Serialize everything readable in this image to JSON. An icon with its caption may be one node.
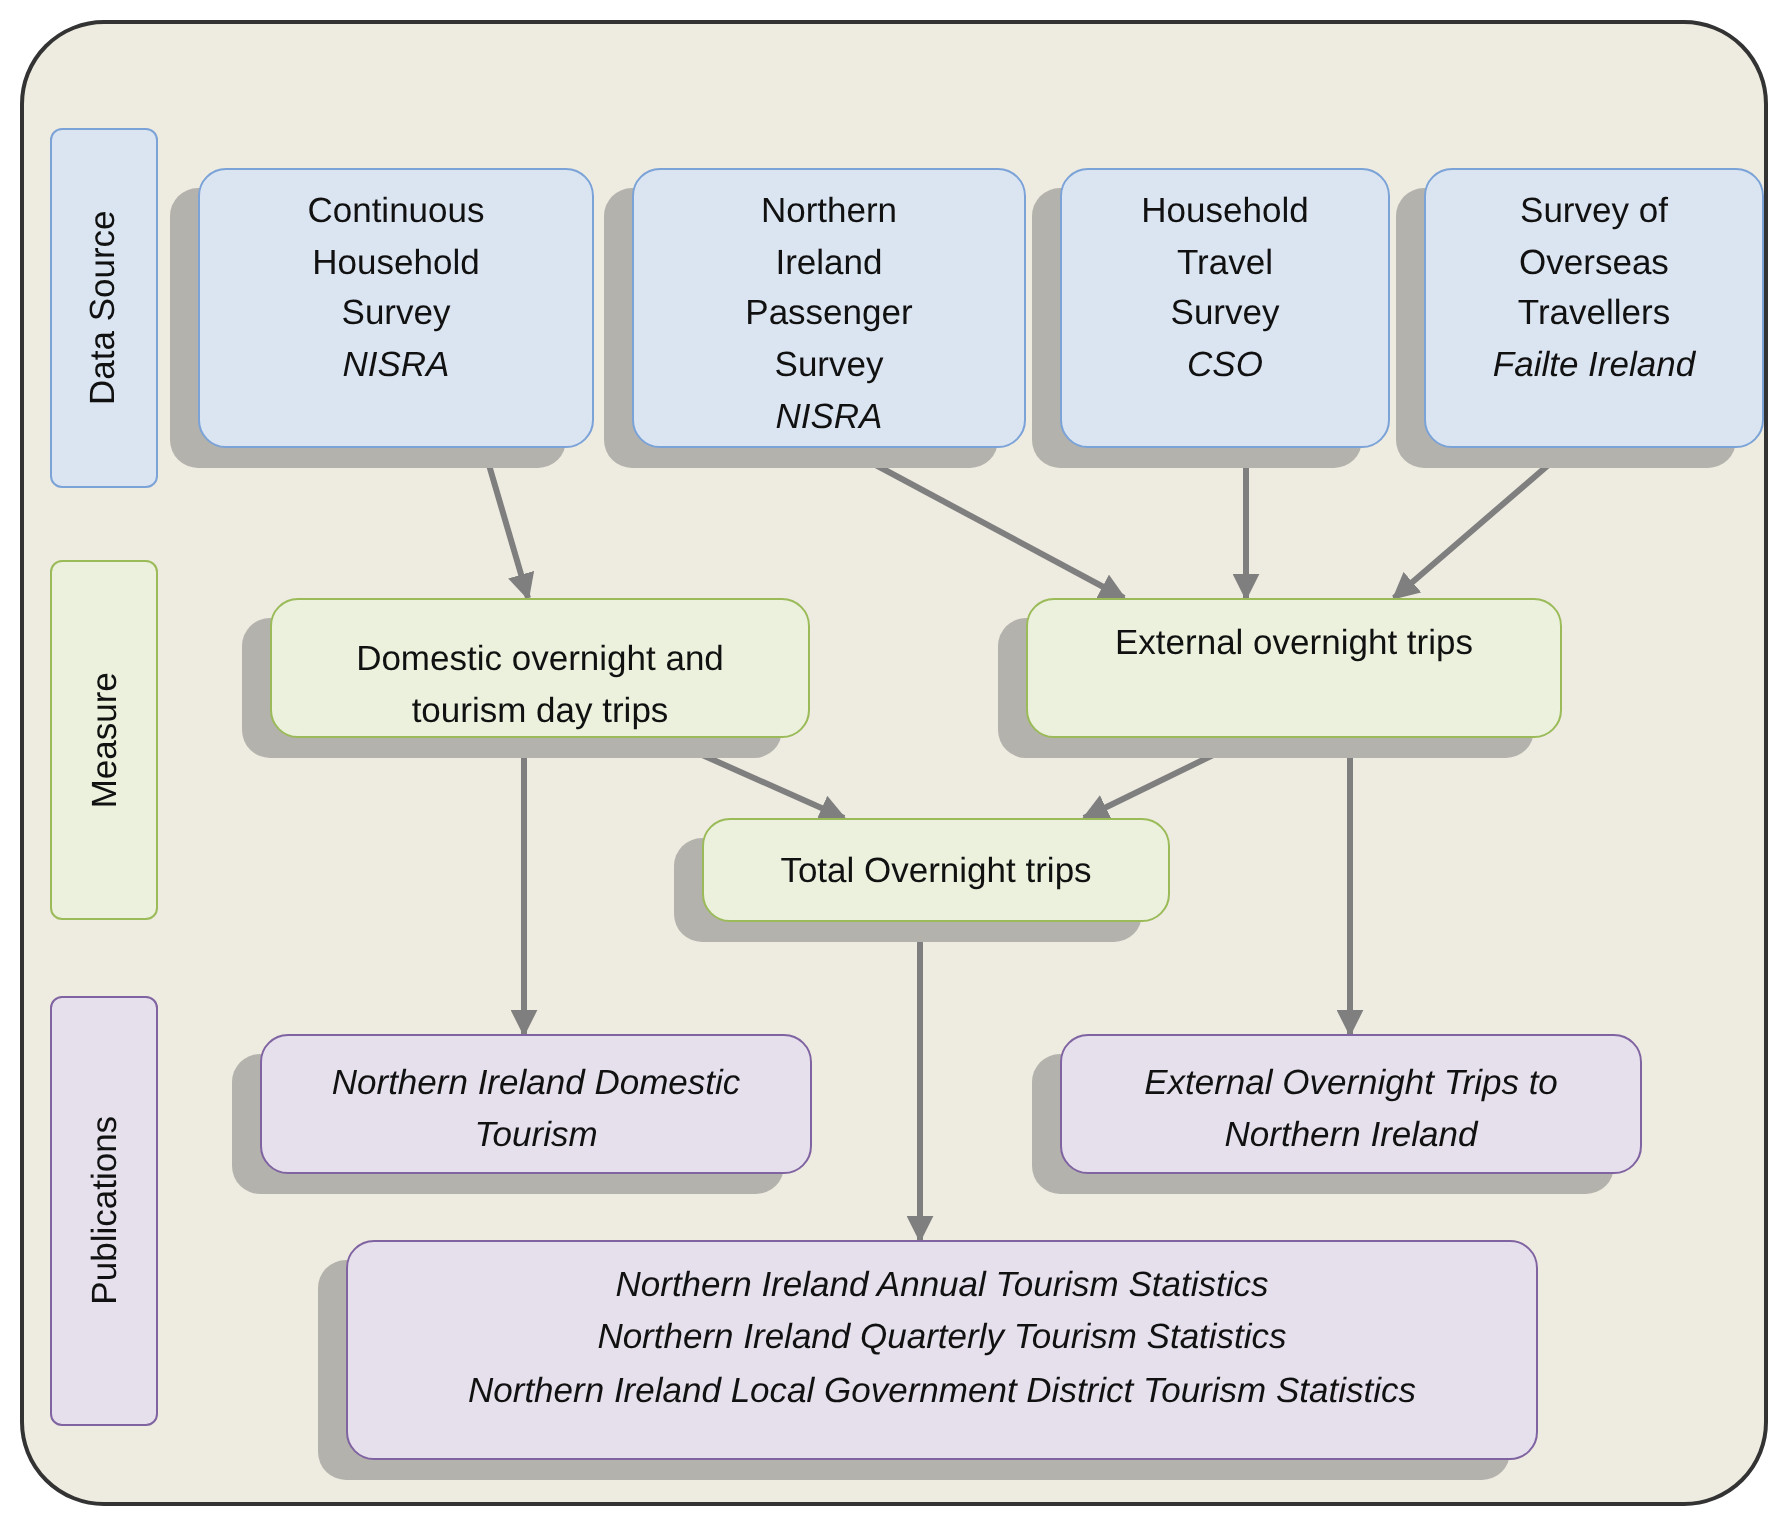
{
  "diagram": {
    "nodes": [
      {
        "text": [],
        "shape": "box"
      },
      {
        "text": [
          "Data Source"
        ],
        "in": 0
      },
      {
        "text": [
          "Measure"
        ],
        "in": 0
      },
      {
        "text": [
          "Publications"
        ],
        "in": 0
      },
      {
        "text": [
          "Continuous Household Survey",
          "NISRA"
        ],
        "in": 0
      },
      {
        "text": [
          "Northern Ireland Passenger Survey",
          "NISRA"
        ],
        "in": 0
      },
      {
        "text": [
          "Household Travel Survey",
          "CSO"
        ],
        "in": 0
      },
      {
        "text": [
          "Survey of Overseas Travellers",
          "Failte Ireland"
        ],
        "in": 0
      },
      {
        "text": [
          "Domestic overnight and tourism day trips"
        ],
        "in": 0
      },
      {
        "text": [
          "External overnight trips"
        ],
        "in": 0
      },
      {
        "text": [
          "Total Overnight trips"
        ],
        "in": 0
      },
      {
        "text": [
          "Northern Ireland Domestic Tourism"
        ],
        "in": 0
      },
      {
        "text": [
          "External Overnight Trips to Northern Ireland"
        ],
        "in": 0
      },
      {
        "text": [
          "Northern Ireland Annual Tourism Statistics",
          "Northern Ireland Quarterly Tourism Statistics",
          "Northern Ireland Local Government District Tourism Statistics"
        ],
        "in": 0
      }
    ],
    "edges": [
      {
        "from": 4,
        "to": 8,
        "arrow": "to"
      },
      {
        "from": 5,
        "to": 9,
        "arrow": "to"
      },
      {
        "from": 6,
        "to": 9,
        "arrow": "to"
      },
      {
        "from": 7,
        "to": 9,
        "arrow": "to"
      },
      {
        "from": 8,
        "to": 10,
        "arrow": "to"
      },
      {
        "from": 9,
        "to": 10,
        "arrow": "to"
      },
      {
        "from": 8,
        "to": 11,
        "arrow": "to"
      },
      {
        "from": 9,
        "to": 12,
        "arrow": "to"
      },
      {
        "from": 10,
        "to": 13,
        "arrow": "to"
      }
    ]
  }
}
